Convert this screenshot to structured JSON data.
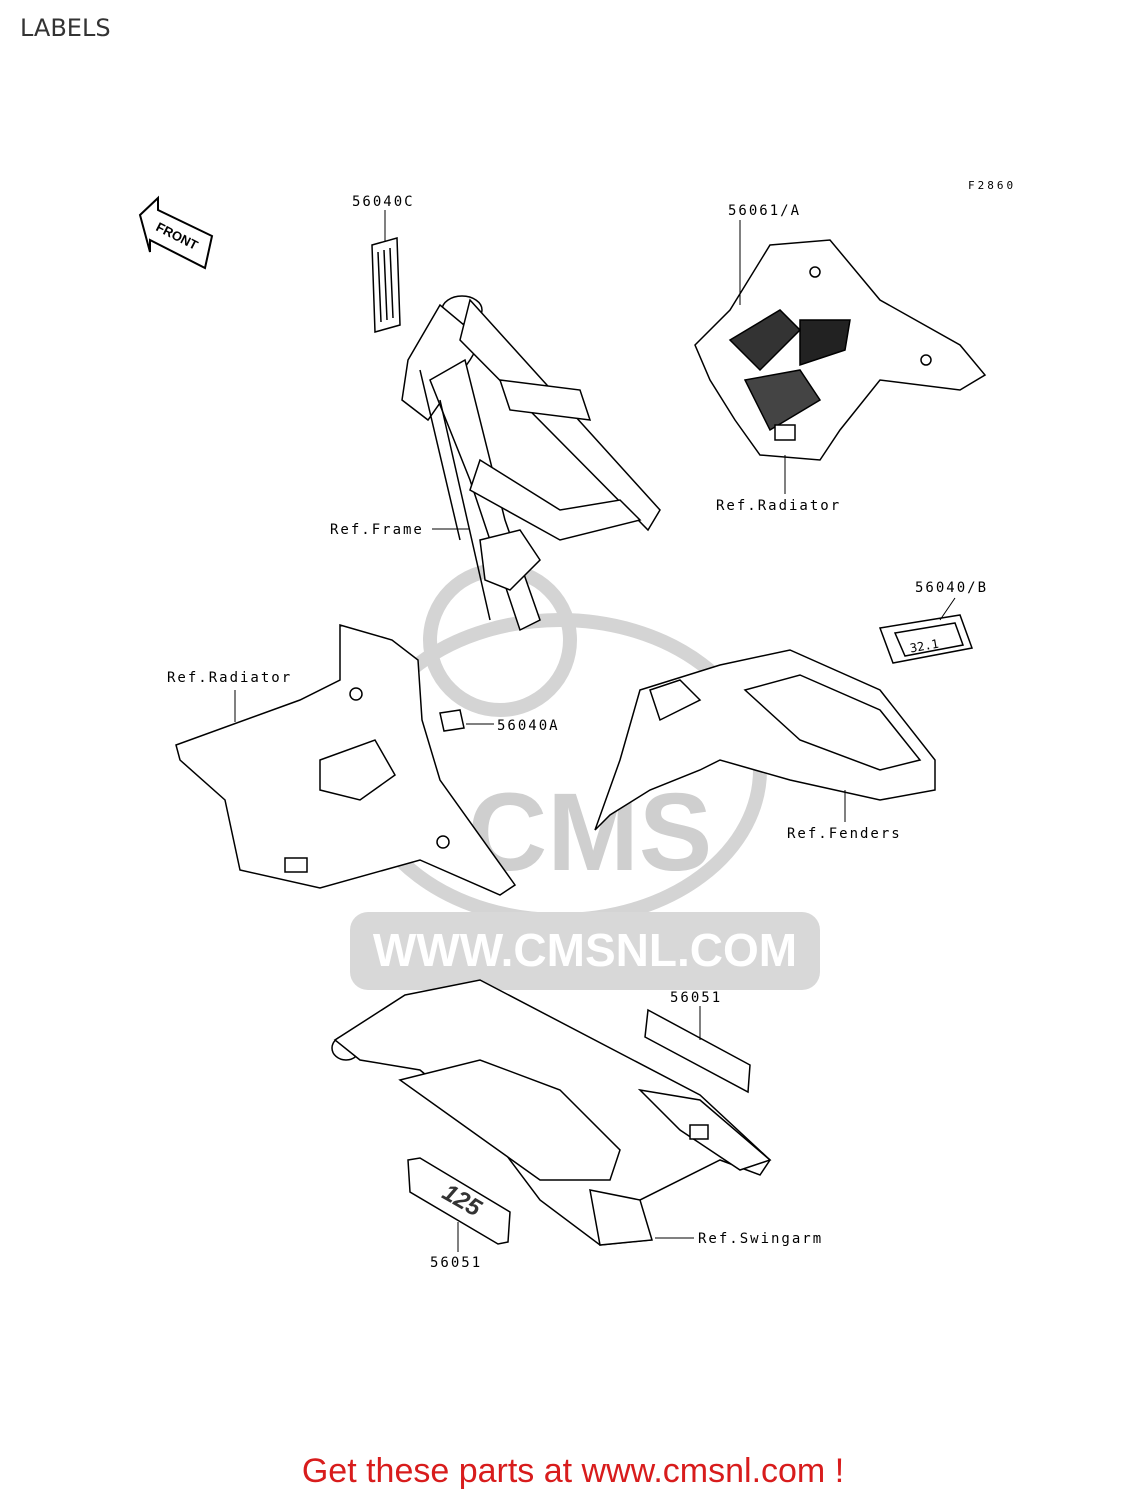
{
  "page": {
    "title": "LABELS",
    "figure_code": "F2860",
    "footer_cta": "Get these parts at www.cmsnl.com !",
    "colors": {
      "cta": "#d81c1c",
      "line": "#000000",
      "watermark": "#d0d0d0"
    }
  },
  "watermark": {
    "brand": "CMS",
    "url": "WWW.CMSNL.COM"
  },
  "orientation": {
    "label": "FRONT",
    "icon": "front-arrow-icon"
  },
  "callouts": {
    "c56040c": "56040C",
    "c56061a": "56061/A",
    "ref_radiator_top": "Ref.Radiator",
    "ref_frame": "Ref.Frame",
    "c56040b": "56040/B",
    "ref_radiator_left": "Ref.Radiator",
    "c56040a": "56040A",
    "ref_fenders": "Ref.Fenders",
    "c56051_top": "56051",
    "ref_swingarm": "Ref.Swingarm",
    "c56051_bottom": "56051"
  },
  "decals": {
    "chart_code": "32.1",
    "model": "125"
  }
}
